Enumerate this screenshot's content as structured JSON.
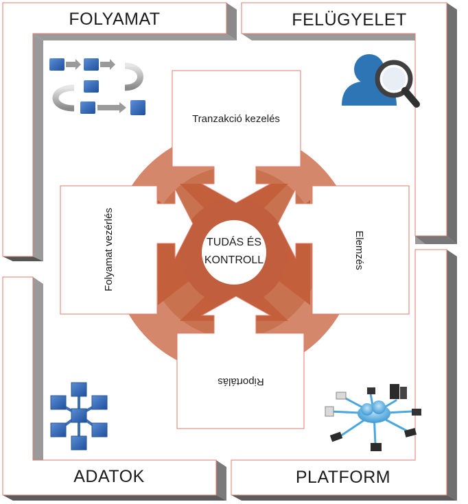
{
  "corners": {
    "top_left": "FOLYAMAT",
    "top_right": "FELÜGYELET",
    "bottom_left": "ADATOK",
    "bottom_right": "PLATFORM"
  },
  "center": {
    "line1": "TUDÁS ÉS",
    "line2": "KONTROLL"
  },
  "cards": {
    "top": "Tranzakció kezelés",
    "left": "Folyamat vezérlés",
    "right": "Elemzés",
    "bottom": "Riportálás"
  },
  "colors": {
    "frame_face": "#ffffff",
    "frame_edge": "#e07a6a",
    "frame_side": "#a9a9a9",
    "frame_back": "#6a6a6a",
    "outer_ring": "#d4876a",
    "inner_disc": "#c66a49",
    "center_disc": "#c05e3d",
    "icon_blue": "#2a63b0",
    "icon_user": "#2e75b6"
  },
  "icons": {
    "top_left": "process-flow-icon",
    "top_right": "user-search-icon",
    "bottom_left": "data-cube-network-icon",
    "bottom_right": "cloud-network-icon"
  }
}
